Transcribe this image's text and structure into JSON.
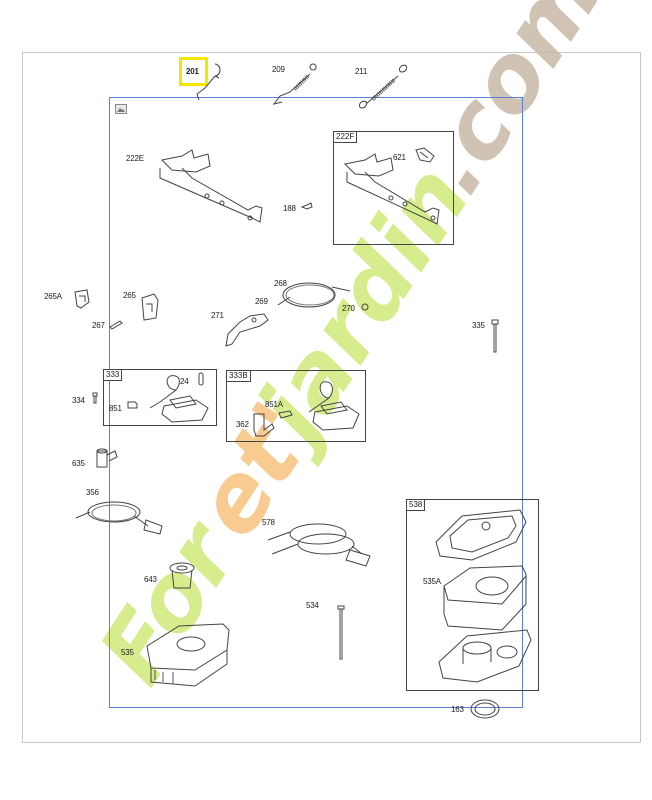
{
  "diagram": {
    "highlighted_part": "201",
    "highlight_color": "#f5e600",
    "frame_color": "#5a7fd6",
    "top_parts": [
      {
        "id": "201",
        "label": "201",
        "name": "governor link"
      },
      {
        "id": "209",
        "label": "209",
        "name": "governor spring"
      },
      {
        "id": "211",
        "label": "211",
        "name": "spring"
      }
    ],
    "groups": [
      {
        "id": "222F",
        "label": "222F"
      },
      {
        "id": "333",
        "label": "333"
      },
      {
        "id": "333B",
        "label": "333B"
      },
      {
        "id": "538",
        "label": "538"
      }
    ],
    "labels": {
      "p222E": "222E",
      "p188": "188",
      "p621": "621",
      "p265A": "265A",
      "p265": "265",
      "p267": "267",
      "p271": "271",
      "p268": "268",
      "p269": "269",
      "p270": "270",
      "p335": "335",
      "p334": "334",
      "p851": "851",
      "p24": "24",
      "p851A": "851A",
      "p362": "362",
      "p635": "635",
      "p356": "356",
      "p578": "578",
      "p643": "643",
      "p535": "535",
      "p534": "534",
      "p535A": "535A",
      "p163": "163"
    }
  },
  "watermark": {
    "text": "foret'jardin.com",
    "parts": [
      {
        "text": "For",
        "color": "#c8e66e"
      },
      {
        "text": "et'",
        "color": "#f6c27a"
      },
      {
        "text": "jardin",
        "color": "#c8e66e"
      },
      {
        "text": ".com",
        "color": "#c7b6a4"
      }
    ]
  }
}
